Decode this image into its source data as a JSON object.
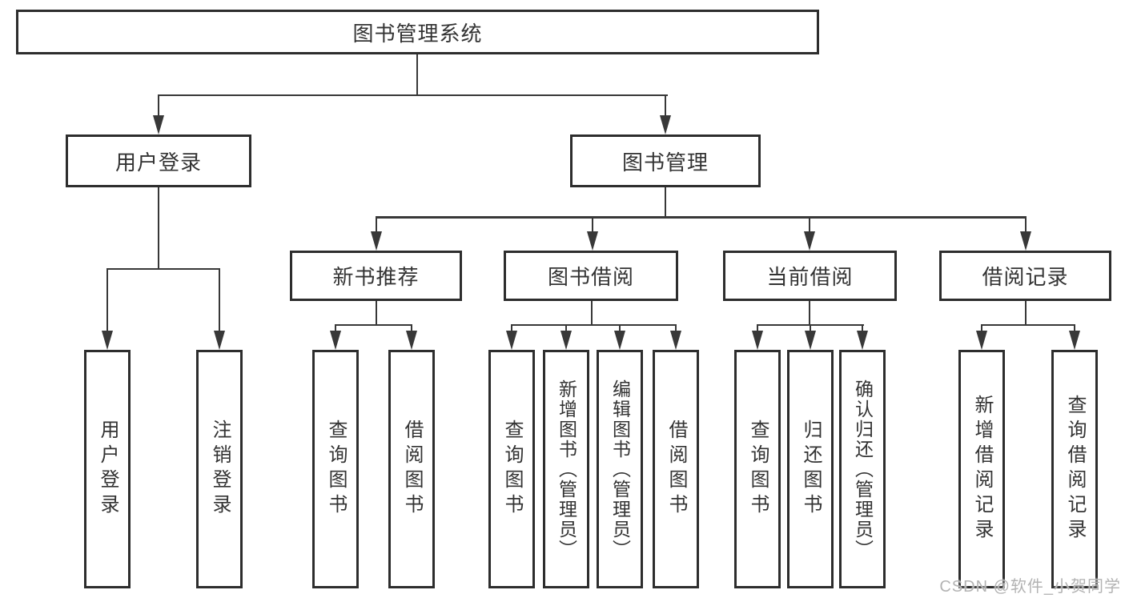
{
  "diagram": {
    "type": "hierarchy-tree",
    "root": {
      "label": "图书管理系统",
      "children": [
        {
          "label": "用户登录",
          "children": [
            {
              "label": "用户登录"
            },
            {
              "label": "注销登录"
            }
          ]
        },
        {
          "label": "图书管理",
          "children": [
            {
              "label": "新书推荐",
              "children": [
                {
                  "label": "查询图书"
                },
                {
                  "label": "借阅图书"
                }
              ]
            },
            {
              "label": "图书借阅",
              "children": [
                {
                  "label": "查询图书"
                },
                {
                  "label": "新增图书（管理员）"
                },
                {
                  "label": "编辑图书（管理员）"
                },
                {
                  "label": "借阅图书"
                }
              ]
            },
            {
              "label": "当前借阅",
              "children": [
                {
                  "label": "查询图书"
                },
                {
                  "label": "归还图书"
                },
                {
                  "label": "确认归还（管理员）"
                }
              ]
            },
            {
              "label": "借阅记录",
              "children": [
                {
                  "label": "新增借阅记录"
                },
                {
                  "label": "查询借阅记录"
                }
              ]
            }
          ]
        }
      ]
    }
  },
  "watermark": {
    "text": "CSDN @软件_小贺同学"
  },
  "colors": {
    "line": "#383838",
    "box_border": "#2d2d2d",
    "text": "#333333",
    "watermark_text": "#b3b3b3",
    "background": "#ffffff"
  }
}
